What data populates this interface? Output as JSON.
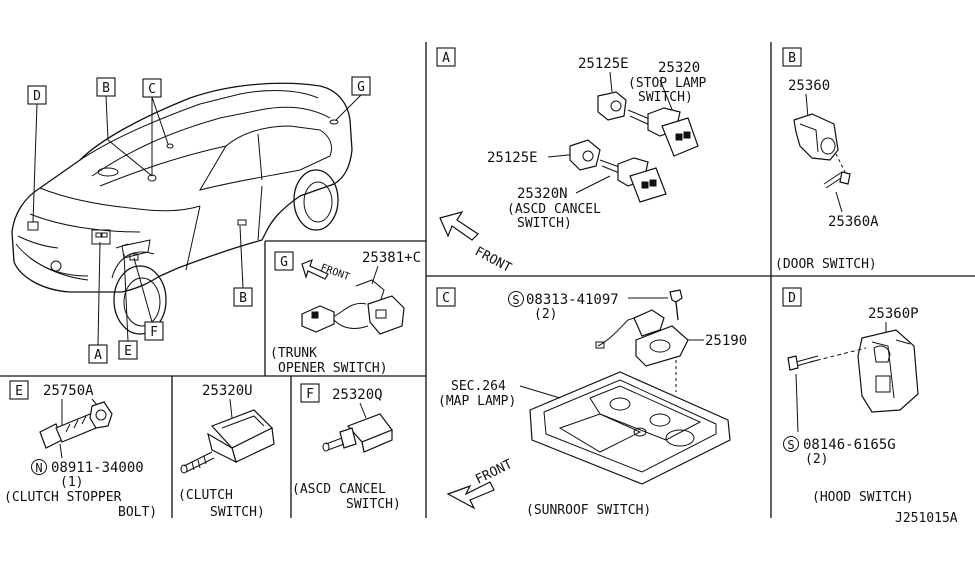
{
  "callouts": {
    "car": [
      "D",
      "B",
      "C",
      "G",
      "B",
      "A",
      "E",
      "F"
    ],
    "sec_a": "A",
    "sec_b": "B",
    "sec_c": "C",
    "sec_d": "D",
    "sec_e": "E",
    "sec_f": "F",
    "sec_g": "G"
  },
  "section_a": {
    "p1": "25125E",
    "p2": "25320",
    "p2_desc_1": "(STOP LAMP",
    "p2_desc_2": "SWITCH)",
    "p3": "25125E",
    "p4": "25320N",
    "p4_desc_1": "(ASCD CANCEL",
    "p4_desc_2": "SWITCH)",
    "front": "FRONT"
  },
  "section_b": {
    "p1": "25360",
    "p2": "25360A",
    "caption": "(DOOR SWITCH)"
  },
  "section_g": {
    "p1": "25381+C",
    "front": "FRONT",
    "caption_1": "(TRUNK",
    "caption_2": "OPENER SWITCH)"
  },
  "section_c": {
    "screw_sym": "S",
    "screw": "08313-41097",
    "screw_qty": "(2)",
    "p1": "25190",
    "sec_1": "SEC.264",
    "sec_2": "(MAP LAMP)",
    "front": "FRONT",
    "caption": "(SUNROOF SWITCH)"
  },
  "section_d": {
    "p1": "25360P",
    "bolt_sym": "S",
    "bolt": "08146-6165G",
    "bolt_qty": "(2)",
    "caption": "(HOOD SWITCH)"
  },
  "section_e": {
    "p1": "25750A",
    "nut_sym": "N",
    "nut": "08911-34000",
    "nut_qty": "(1)",
    "caption_1": "(CLUTCH STOPPER",
    "caption_2": "BOLT)"
  },
  "section_clutch": {
    "p1": "25320U",
    "caption_1": "(CLUTCH",
    "caption_2": "SWITCH)"
  },
  "section_f": {
    "p1": "25320Q",
    "caption_1": "(ASCD CANCEL",
    "caption_2": "SWITCH)"
  },
  "diagram_id": "J251015A"
}
